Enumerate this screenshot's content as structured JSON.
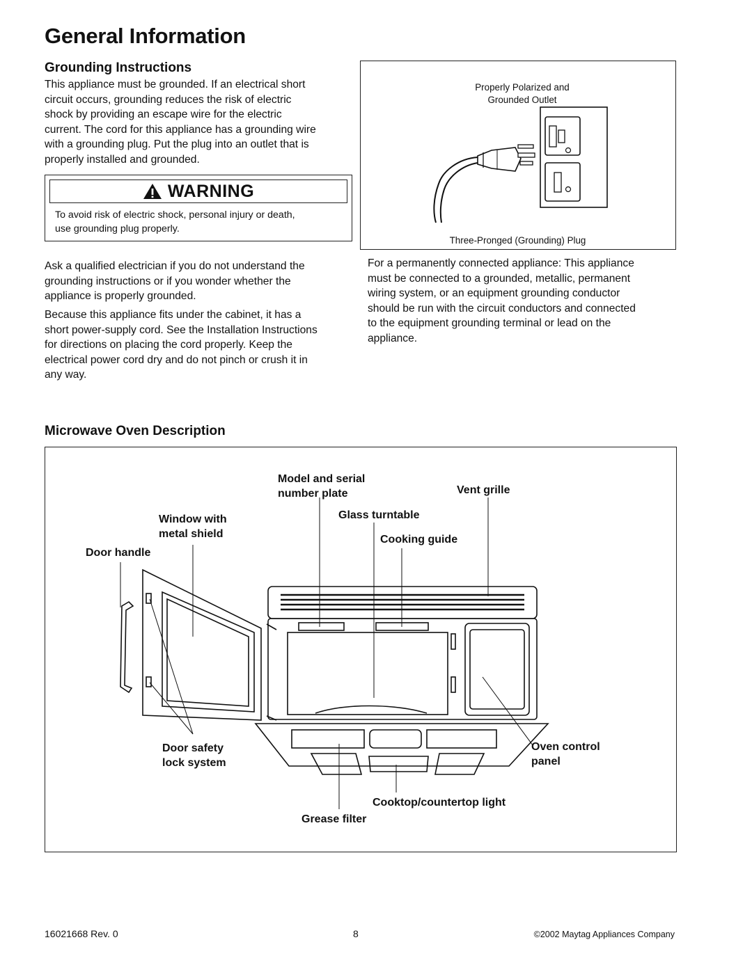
{
  "title": "General Information",
  "grounding": {
    "heading": "Grounding Instructions",
    "intro": [
      "This appliance must be grounded. If an electrical short",
      "circuit occurs, grounding reduces the risk of electric",
      "shock by providing an escape wire for the electric",
      "current. The cord for this appliance has a grounding wire",
      "with a grounding plug. Put the plug into an outlet that is",
      "properly installed and grounded."
    ],
    "warning_word": "WARNING",
    "warning_text": [
      "To avoid risk of electric shock, personal injury or death,",
      "use grounding plug properly."
    ],
    "para2": [
      "Ask a qualified electrician if you do not understand the",
      "grounding instructions or if you wonder whether the",
      "appliance is properly grounded."
    ],
    "para3": [
      "Because this appliance fits under the cabinet, it has a",
      "short power-supply cord. See the Installation Instructions",
      "for directions on placing the cord properly. Keep the",
      "electrical power cord dry and do not pinch or crush it in",
      "any way."
    ],
    "outlet_caption_1": "Properly Polarized and",
    "outlet_caption_2": "Grounded Outlet",
    "plug_caption": "Three-Pronged (Grounding) Plug",
    "permanent": [
      "For a permanently connected appliance: This appliance",
      "must be connected to a grounded, metallic, permanent",
      "wiring system, or an equipment grounding conductor",
      "should be run with the circuit conductors and connected",
      "to the equipment grounding terminal or lead on the",
      "appliance."
    ]
  },
  "description": {
    "heading": "Microwave Oven Description",
    "labels": {
      "model_1": "Model and serial",
      "model_2": "number plate",
      "vent": "Vent grille",
      "window_1": "Window with",
      "window_2": "metal shield",
      "turntable": "Glass turntable",
      "cooking_guide": "Cooking guide",
      "door_handle": "Door handle",
      "door_safety_1": "Door safety",
      "door_safety_2": "lock system",
      "oven_control_1": "Oven control",
      "oven_control_2": "panel",
      "cooktop_light": "Cooktop/countertop light",
      "grease_filter": "Grease filter"
    }
  },
  "footer": {
    "doc_number": "16021668  Rev. 0",
    "page": "8",
    "copyright": "©2002 Maytag Appliances Company"
  }
}
